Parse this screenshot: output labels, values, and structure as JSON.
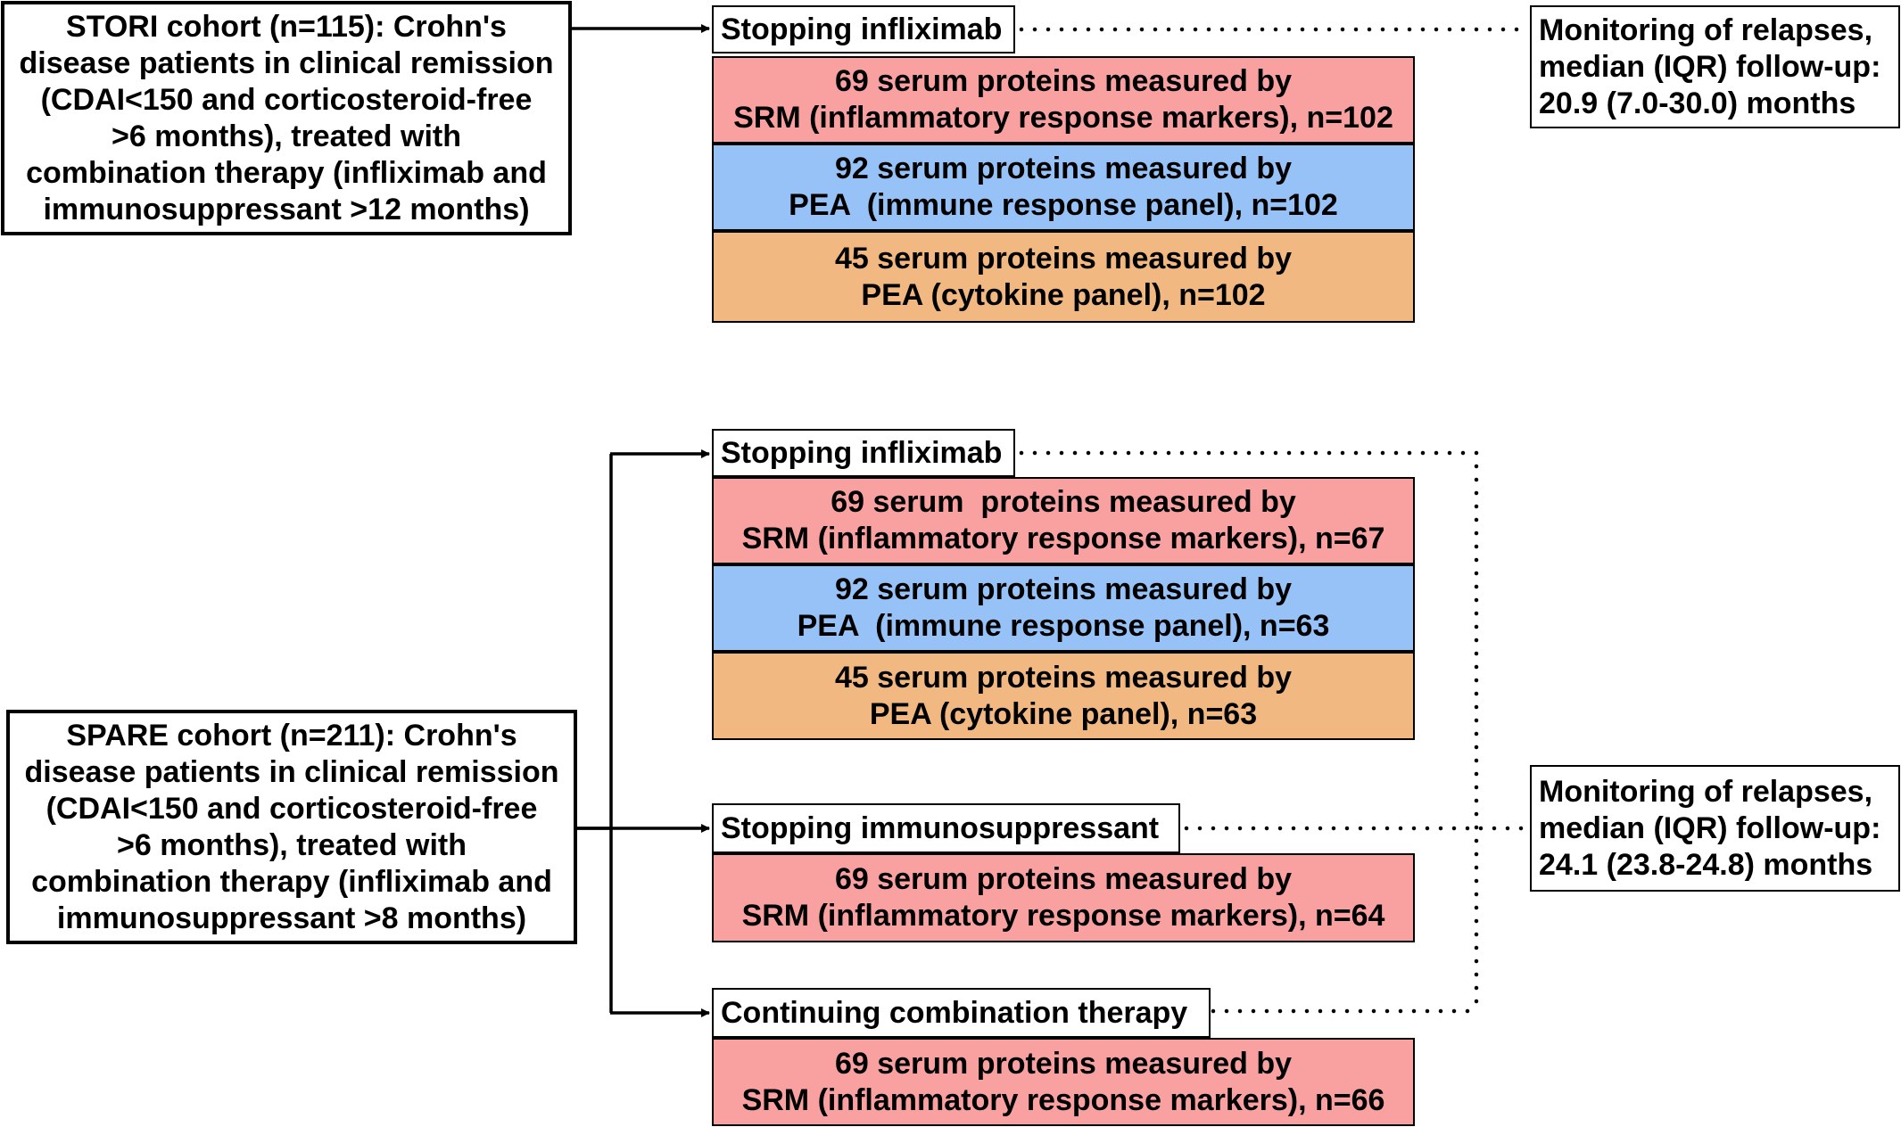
{
  "colors": {
    "srm": "#f9a0a0",
    "pea_immune": "#96c2f8",
    "pea_cytokine": "#f2b882"
  },
  "stori": {
    "cohort_lines": [
      "STORI cohort (n=115): Crohn's",
      "disease patients in clinical remission",
      "(CDAI<150 and corticosteroid-free",
      ">6 months), treated with",
      "combination therapy (infliximab and",
      "immunosuppressant >12 months)"
    ],
    "arm_label": "Stopping infliximab",
    "panels": [
      {
        "lines": [
          "69 serum proteins measured by",
          "SRM (inflammatory response markers), n=102"
        ]
      },
      {
        "lines": [
          "92 serum proteins measured by",
          "PEA  (immune response panel), n=102"
        ]
      },
      {
        "lines": [
          "45 serum proteins measured by",
          "PEA (cytokine panel), n=102"
        ]
      }
    ],
    "monitoring_lines": [
      "Monitoring of relapses,",
      "median (IQR) follow-up:",
      "20.9 (7.0-30.0) months"
    ]
  },
  "spare": {
    "cohort_lines": [
      "SPARE cohort (n=211): Crohn's",
      "disease patients in clinical remission",
      "(CDAI<150 and corticosteroid-free",
      ">6 months), treated with",
      "combination therapy (infliximab and",
      "immunosuppressant >8 months)"
    ],
    "arms": [
      {
        "label": "Stopping infliximab",
        "panels": [
          {
            "lines": [
              "69 serum  proteins measured by",
              "SRM (inflammatory response markers), n=67"
            ]
          },
          {
            "lines": [
              "92 serum proteins measured by",
              "PEA  (immune response panel), n=63"
            ]
          },
          {
            "lines": [
              "45 serum proteins measured by",
              "PEA (cytokine panel), n=63"
            ]
          }
        ]
      },
      {
        "label": "Stopping immunosuppressant",
        "panels": [
          {
            "lines": [
              "69 serum proteins measured by",
              "SRM (inflammatory response markers), n=64"
            ]
          }
        ]
      },
      {
        "label": "Continuing combination therapy",
        "panels": [
          {
            "lines": [
              "69 serum proteins measured by",
              "SRM (inflammatory response markers), n=66"
            ]
          }
        ]
      }
    ],
    "monitoring_lines": [
      "Monitoring of relapses,",
      "median (IQR) follow-up:",
      "24.1 (23.8-24.8) months"
    ]
  }
}
